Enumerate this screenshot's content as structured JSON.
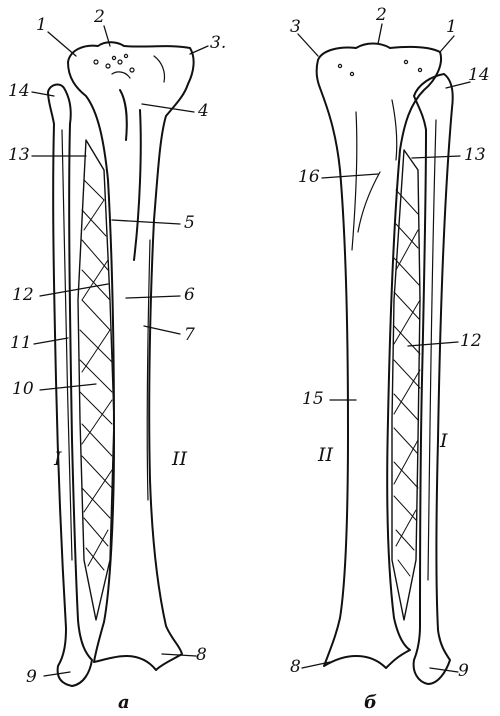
{
  "figures": [
    {
      "caption": "а",
      "labels": [
        "1",
        "2",
        "3.",
        "4",
        "5",
        "6",
        "7",
        "8",
        "9",
        "10",
        "11",
        "12",
        "13",
        "14"
      ],
      "bone_marks": [
        "I",
        "II"
      ]
    },
    {
      "caption": "б",
      "labels": [
        "1",
        "2",
        "3",
        "8",
        "9",
        "12",
        "13",
        "14",
        "15",
        "16"
      ],
      "bone_marks": [
        "II",
        "I"
      ]
    }
  ],
  "colors": {
    "ink": "#111111",
    "paper": "#ffffff"
  }
}
